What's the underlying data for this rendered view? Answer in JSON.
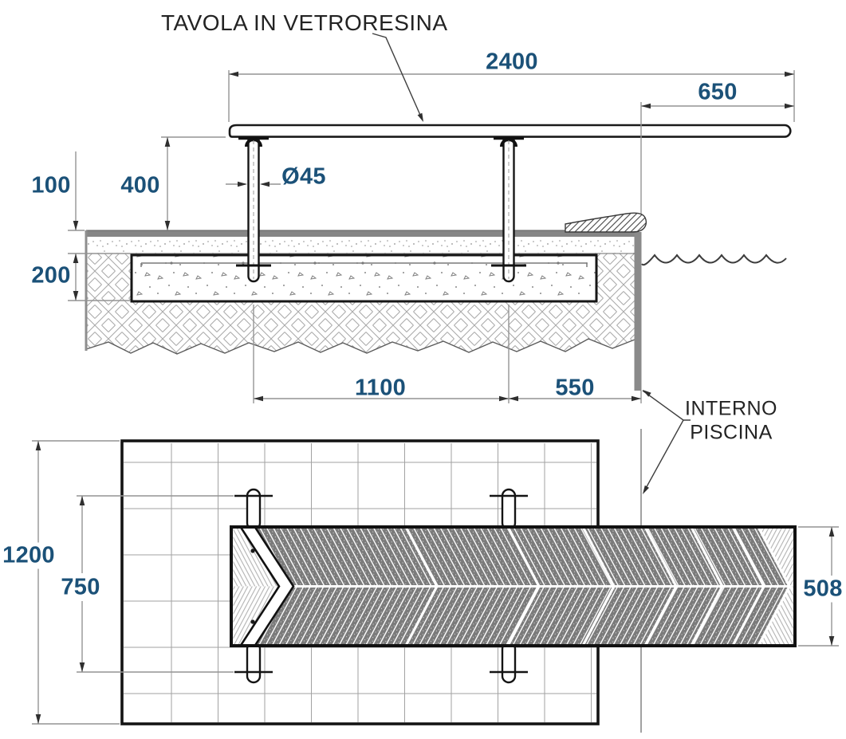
{
  "drawing": {
    "callouts": {
      "board_material": "TAVOLA IN VETRORESINA",
      "pool_interior_line1": "INTERNO",
      "pool_interior_line2": "PISCINA"
    },
    "dimensions": {
      "board_length_mm": "2400",
      "tip_overhang_mm": "650",
      "stand_height_mm": "400",
      "deck_slab_mm": "100",
      "post_diameter": "Ø45",
      "footing_depth_mm": "200",
      "post_spacing_mm": "1100",
      "post_to_pool_edge_mm": "550",
      "footing_width_mm": "1200",
      "anchor_spacing_mm": "750",
      "board_width_mm": "508"
    },
    "colors": {
      "dimension_text": "#1b5178",
      "dimension_line": "#949494",
      "pool_wall_gray": "#8a8a8a",
      "board_pattern_gray": "#7b7b7b"
    }
  }
}
